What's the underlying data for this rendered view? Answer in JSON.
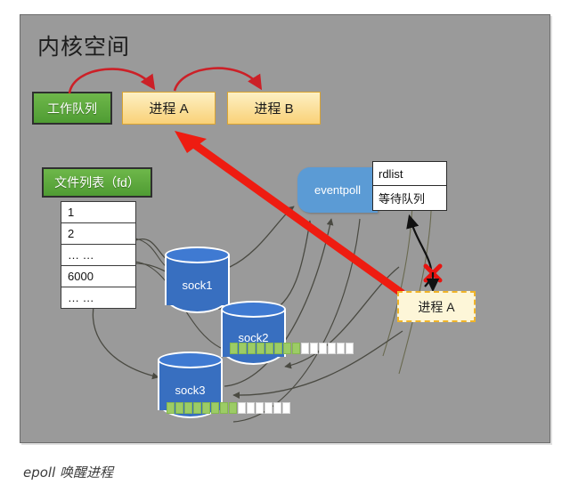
{
  "caption": "epoll 唤醒进程",
  "panel": {
    "title": "内核空间",
    "background_color": "#9a9a9a"
  },
  "work_queue": {
    "label": "工作队列",
    "color": "#4f9c33"
  },
  "processes": [
    {
      "label": "进程 A",
      "state": "running",
      "color": "#f9d178"
    },
    {
      "label": "进程 B",
      "state": "running",
      "color": "#f9d178"
    }
  ],
  "blocked_process": {
    "label": "进程 A",
    "state": "blocked",
    "border_color": "#f0b429",
    "marker": "✕",
    "marker_color": "#e8130f"
  },
  "fd_list": {
    "header": "文件列表（fd）",
    "rows": [
      "1",
      "2",
      "… …",
      "6000",
      "… …"
    ]
  },
  "eventpoll": {
    "label": "eventpoll",
    "color": "#5b9bd5",
    "fields": [
      "rdlist",
      "等待队列"
    ]
  },
  "sockets": [
    {
      "label": "sock1",
      "buffer_filled": 0,
      "buffer_total": 0
    },
    {
      "label": "sock2",
      "buffer_filled": 8,
      "buffer_total": 14
    },
    {
      "label": "sock3",
      "buffer_filled": 8,
      "buffer_total": 14
    }
  ],
  "arrows": {
    "wakeup_color": "#ee1c11",
    "schedule_color": "#cc2027",
    "link_color": "#4a4a42"
  }
}
